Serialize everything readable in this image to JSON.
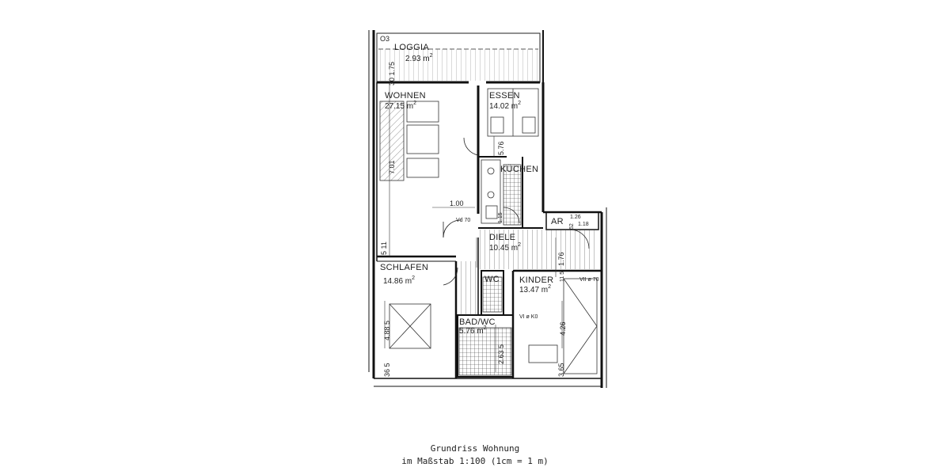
{
  "rooms": {
    "loggia": {
      "name": "LOGGIA",
      "area": "2.93 m",
      "area_exp": "2"
    },
    "wohnen": {
      "name": "WOHNEN",
      "area": "27.15 m",
      "area_exp": "2"
    },
    "essen": {
      "name": "ESSEN",
      "area": "14.02 m",
      "area_exp": "2"
    },
    "kuechen": {
      "name": "KÜCHEN"
    },
    "ar": {
      "name": "AR"
    },
    "diele": {
      "name": "DIELE",
      "area": "10.45 m",
      "area_exp": "2"
    },
    "schlafen": {
      "name": "SCHLAFEN",
      "area": "14.86 m",
      "area_exp": "2"
    },
    "wc": {
      "name": "WC"
    },
    "kinder": {
      "name": "KINDER",
      "area": "13.47 m",
      "area_exp": "2"
    },
    "bad_wc": {
      "name": "BAD/WC",
      "area": "5.76 m",
      "area_exp": "2"
    }
  },
  "dimensions": {
    "d_o3": "O3",
    "d_30175": "30 1.75",
    "d_701": "7.01",
    "d_576": "5.76",
    "d_100": "1.00",
    "d_vd70": "Vd 70",
    "d_115": "1.15",
    "d_126": "1.26",
    "d_118": "1.18",
    "d_62": "62",
    "d_176": "1.76",
    "d_5_11": "5 11",
    "d_488": "4.88 5",
    "d_365a": "36 5",
    "d_2635": "2.63 5",
    "d_426": "4.26",
    "d_365b": "3.65",
    "d_vid": "VI ø K0",
    "d_viid": "VII ø 70",
    "d_115b": "11 5"
  },
  "caption": {
    "line1": "Grundriss Wohnung",
    "line2": "im Maßstab 1:100 (1cm = 1 m)"
  }
}
